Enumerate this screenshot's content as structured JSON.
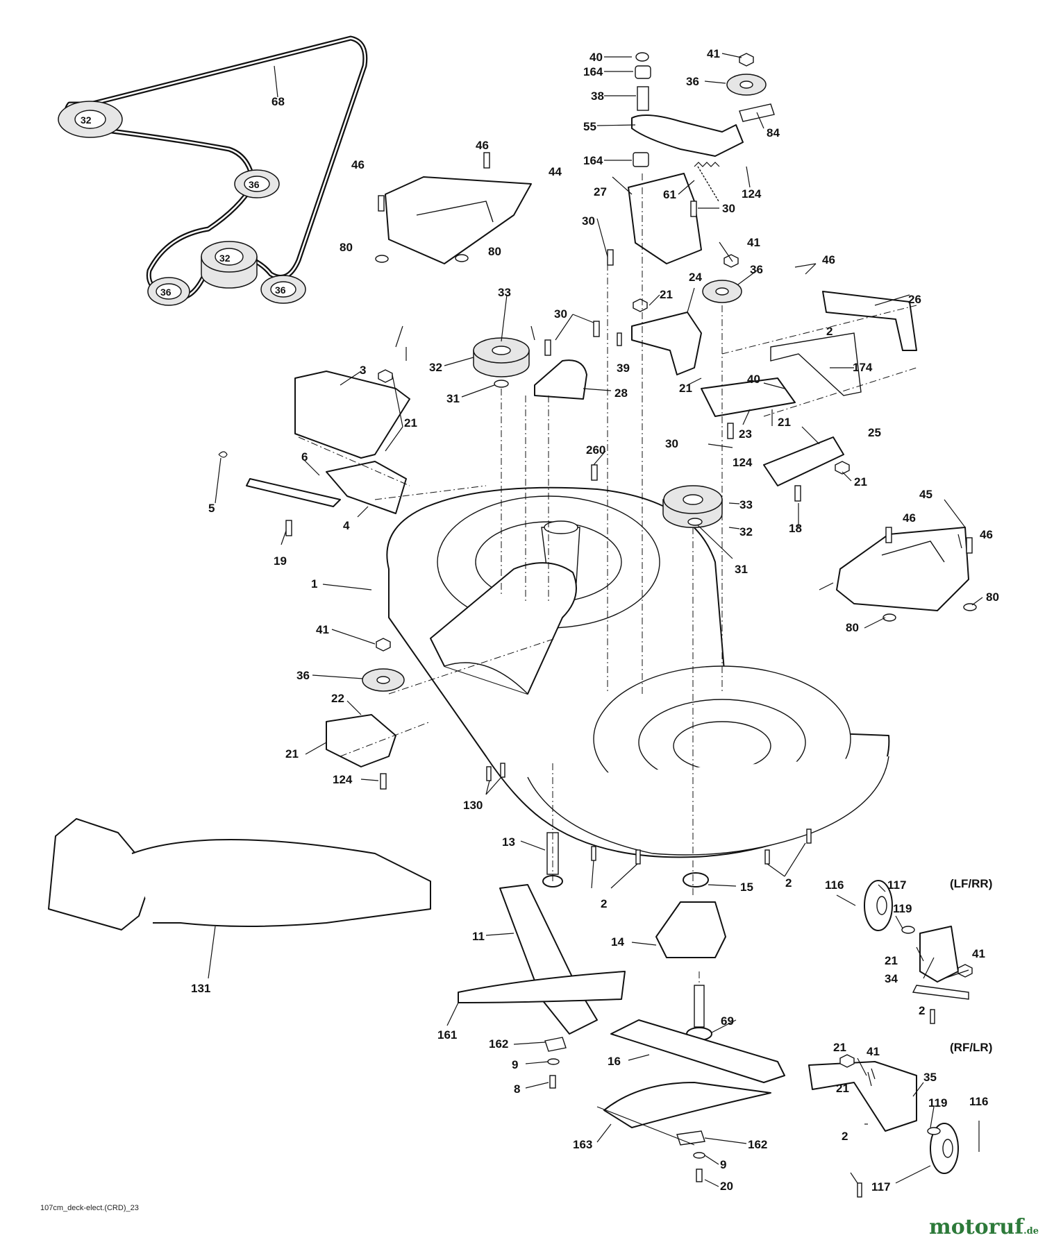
{
  "diagram": {
    "code": "107cm_deck-elect.(CRD)_23",
    "variant_front": "(LF/RR)",
    "variant_rear": "(RF/LR)",
    "brand": "motoruf",
    "brand_suffix": ".de",
    "callouts": {
      "c1": "1",
      "c2a": "2",
      "c2b": "2",
      "c2c": "2",
      "c2d": "2",
      "c2e": "2",
      "c3": "3",
      "c4": "4",
      "c5": "5",
      "c6": "6",
      "c8": "8",
      "c9a": "9",
      "c9b": "9",
      "c11": "11",
      "c13": "13",
      "c14": "14",
      "c15": "15",
      "c16": "16",
      "c18": "18",
      "c19": "19",
      "c20": "20",
      "c21a": "21",
      "c21b": "21",
      "c21c": "21",
      "c21d": "21",
      "c21e": "21",
      "c21f": "21",
      "c21g": "21",
      "c21h": "21",
      "c21i": "21",
      "c22": "22",
      "c23": "23",
      "c24": "24",
      "c25": "25",
      "c26": "26",
      "c27": "27",
      "c28": "28",
      "c30a": "30",
      "c30b": "30",
      "c30c": "30",
      "c30d": "30",
      "c31a": "31",
      "c31b": "31",
      "c32a": "32",
      "c32b": "32",
      "c32belt1": "32",
      "c32belt2": "32",
      "c33a": "33",
      "c33b": "33",
      "c34": "34",
      "c35": "35",
      "c36a": "36",
      "c36b": "36",
      "c36c": "36",
      "c36belt1": "36",
      "c36belt2": "36",
      "c36belt3": "36",
      "c38": "38",
      "c39": "39",
      "c40a": "40",
      "c40b": "40",
      "c41a": "41",
      "c41b": "41",
      "c41c": "41",
      "c41d": "41",
      "c41e": "41",
      "c44": "44",
      "c45": "45",
      "c46a": "46",
      "c46b": "46",
      "c46c": "46",
      "c46d": "46",
      "c46e": "46",
      "c55": "55",
      "c61": "61",
      "c68": "68",
      "c69": "69",
      "c80a": "80",
      "c80b": "80",
      "c80c": "80",
      "c80d": "80",
      "c84": "84",
      "c116a": "116",
      "c116b": "116",
      "c117a": "117",
      "c117b": "117",
      "c119a": "119",
      "c119b": "119",
      "c124a": "124",
      "c124b": "124",
      "c124c": "124",
      "c130": "130",
      "c131": "131",
      "c161": "161",
      "c162a": "162",
      "c162b": "162",
      "c163": "163",
      "c164a": "164",
      "c164b": "164",
      "c174": "174",
      "c260": "260"
    }
  }
}
